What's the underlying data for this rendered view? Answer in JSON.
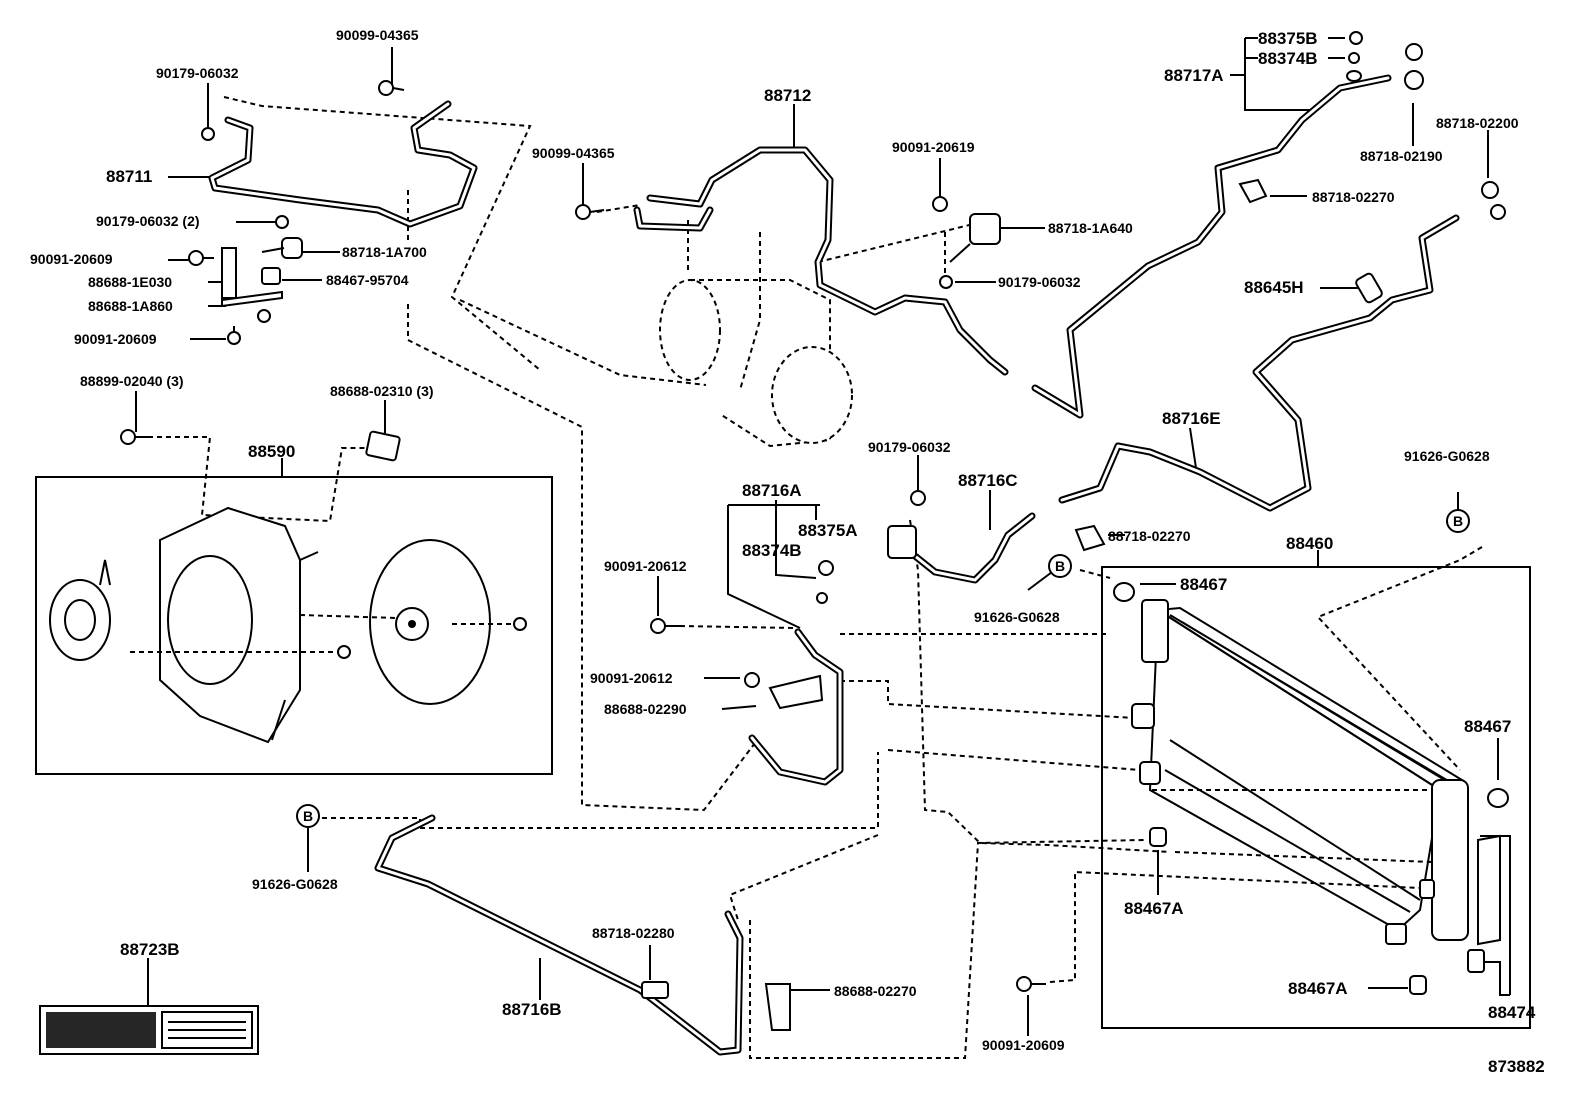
{
  "diagram_id": "873882",
  "labels": {
    "l90099_04365_a": "90099-04365",
    "l90179_06032_a": "90179-06032",
    "l88711": "88711",
    "l90179_06032_2": "90179-06032 (2)",
    "l90091_20609_a": "90091-20609",
    "l88718_1a700": "88718-1A700",
    "l88688_1e030": "88688-1E030",
    "l88467_95704": "88467-95704",
    "l88688_1a860": "88688-1A860",
    "l90091_20609_b": "90091-20609",
    "l88899_02040": "88899-02040 (3)",
    "l88688_02310": "88688-02310 (3)",
    "l88590": "88590",
    "l88712": "88712",
    "l90099_04365_b": "90099-04365",
    "l90091_20619": "90091-20619",
    "l88718_1a640": "88718-1A640",
    "l90179_06032_b": "90179-06032",
    "l88375b": "88375B",
    "l88374b_top": "88374B",
    "l88717a": "88717A",
    "l88718_02190": "88718-02190",
    "l88718_02200": "88718-02200",
    "l88718_02270_a": "88718-02270",
    "l88645h": "88645H",
    "l88716e": "88716E",
    "l90179_06032_c": "90179-06032",
    "l88716c": "88716C",
    "l91626_g0628_a": "91626-G0628",
    "l88716a": "88716A",
    "l88375a": "88375A",
    "l88374b_mid": "88374B",
    "l90091_20612_a": "90091-20612",
    "l88718_02270_b": "88718-02270",
    "l91626_g0628_b": "91626-G0628",
    "l88460": "88460",
    "l88467_a": "88467",
    "l90091_20612_b": "90091-20612",
    "l88688_02290": "88688-02290",
    "l88467_b": "88467",
    "l91626_g0628_c": "91626-G0628",
    "l88467a_a": "88467A",
    "l88718_02280": "88718-02280",
    "l88688_02270": "88688-02270",
    "l88716b": "88716B",
    "l88723b": "88723B",
    "l88467a_b": "88467A",
    "l88474": "88474",
    "l90091_20609_c": "90091-20609"
  },
  "markers": {
    "b": "B"
  }
}
